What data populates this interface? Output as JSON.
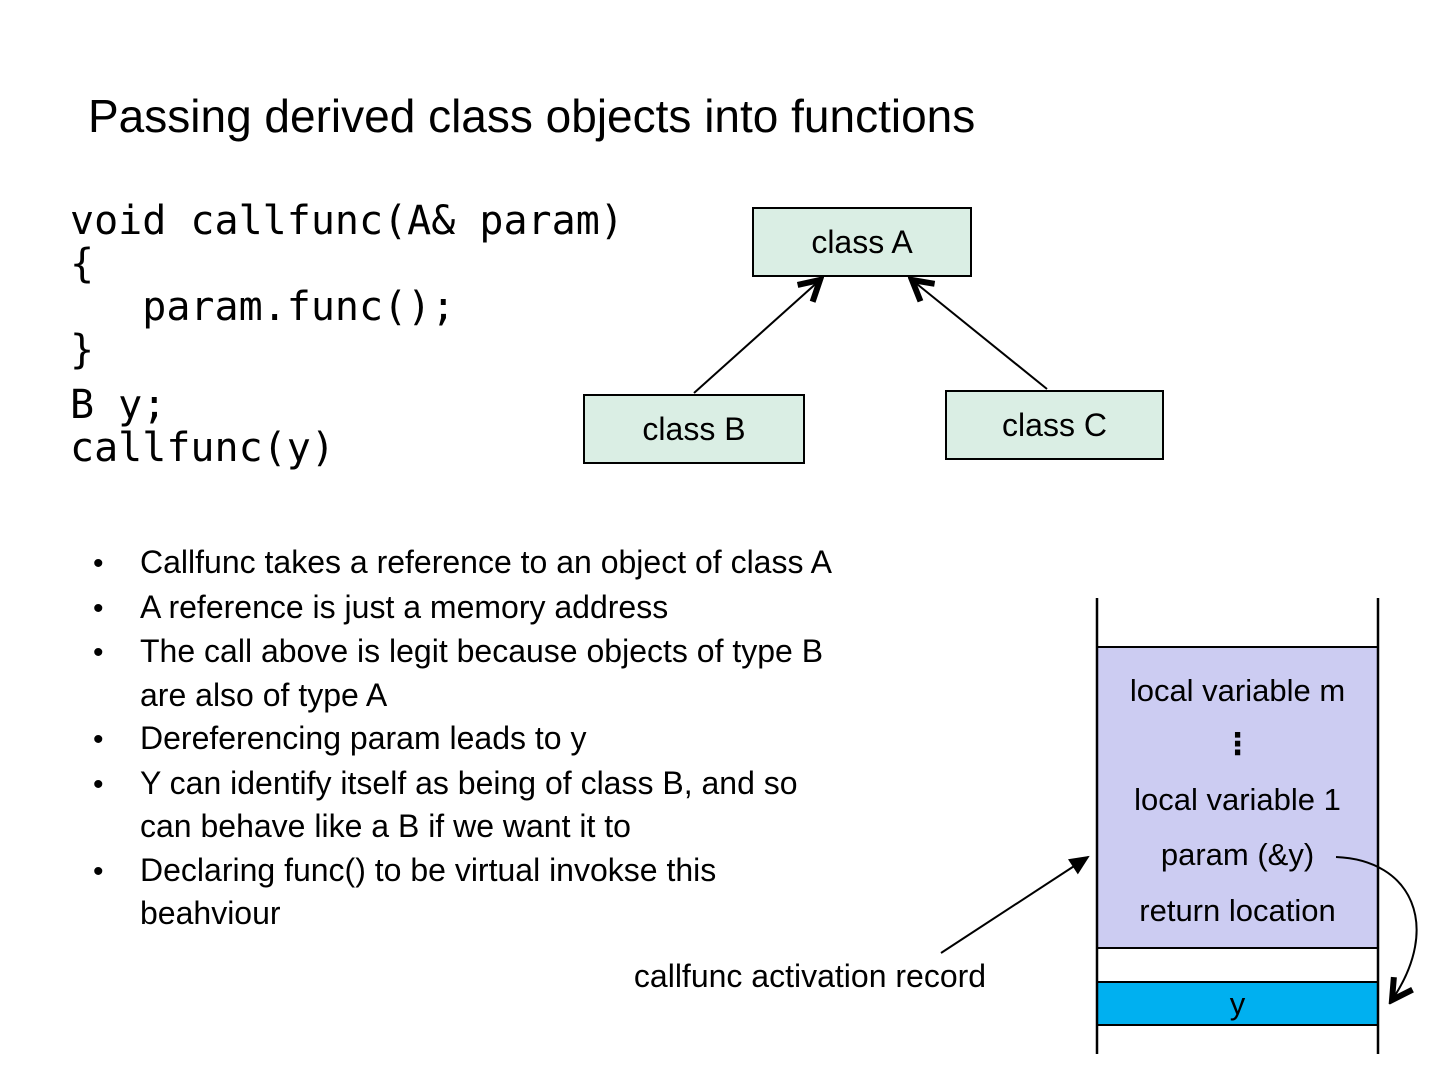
{
  "slide": {
    "title": "Passing derived class objects into functions",
    "code": {
      "lines": [
        "void callfunc(A& param)",
        "{",
        "   param.func();",
        "}",
        "B y;",
        "callfunc(y)"
      ]
    },
    "class_diagram": {
      "class_a": "class A",
      "class_b": "class B",
      "class_c": "class C",
      "box_fill": "#daeee4"
    },
    "bullets": [
      {
        "lines": [
          "Callfunc takes a reference to an object of class A"
        ]
      },
      {
        "lines": [
          "A reference is just a memory address"
        ]
      },
      {
        "lines": [
          "The call above is legit because objects of type B",
          "are also of type A"
        ]
      },
      {
        "lines": [
          "Dereferencing param leads to y"
        ]
      },
      {
        "lines": [
          "Y can identify itself as being of class B, and so",
          "can behave like a B if we want it to"
        ]
      },
      {
        "lines": [
          "Declaring func() to be virtual invokse this",
          "beahviour"
        ]
      }
    ],
    "stack": {
      "rows": [
        "local variable m",
        "⋮",
        "local variable 1",
        "param (&y)",
        "return location"
      ],
      "y_label": "y",
      "caption": "callfunc activation record",
      "record_fill": "#ccccf2",
      "y_fill": "#00b0f0"
    }
  }
}
